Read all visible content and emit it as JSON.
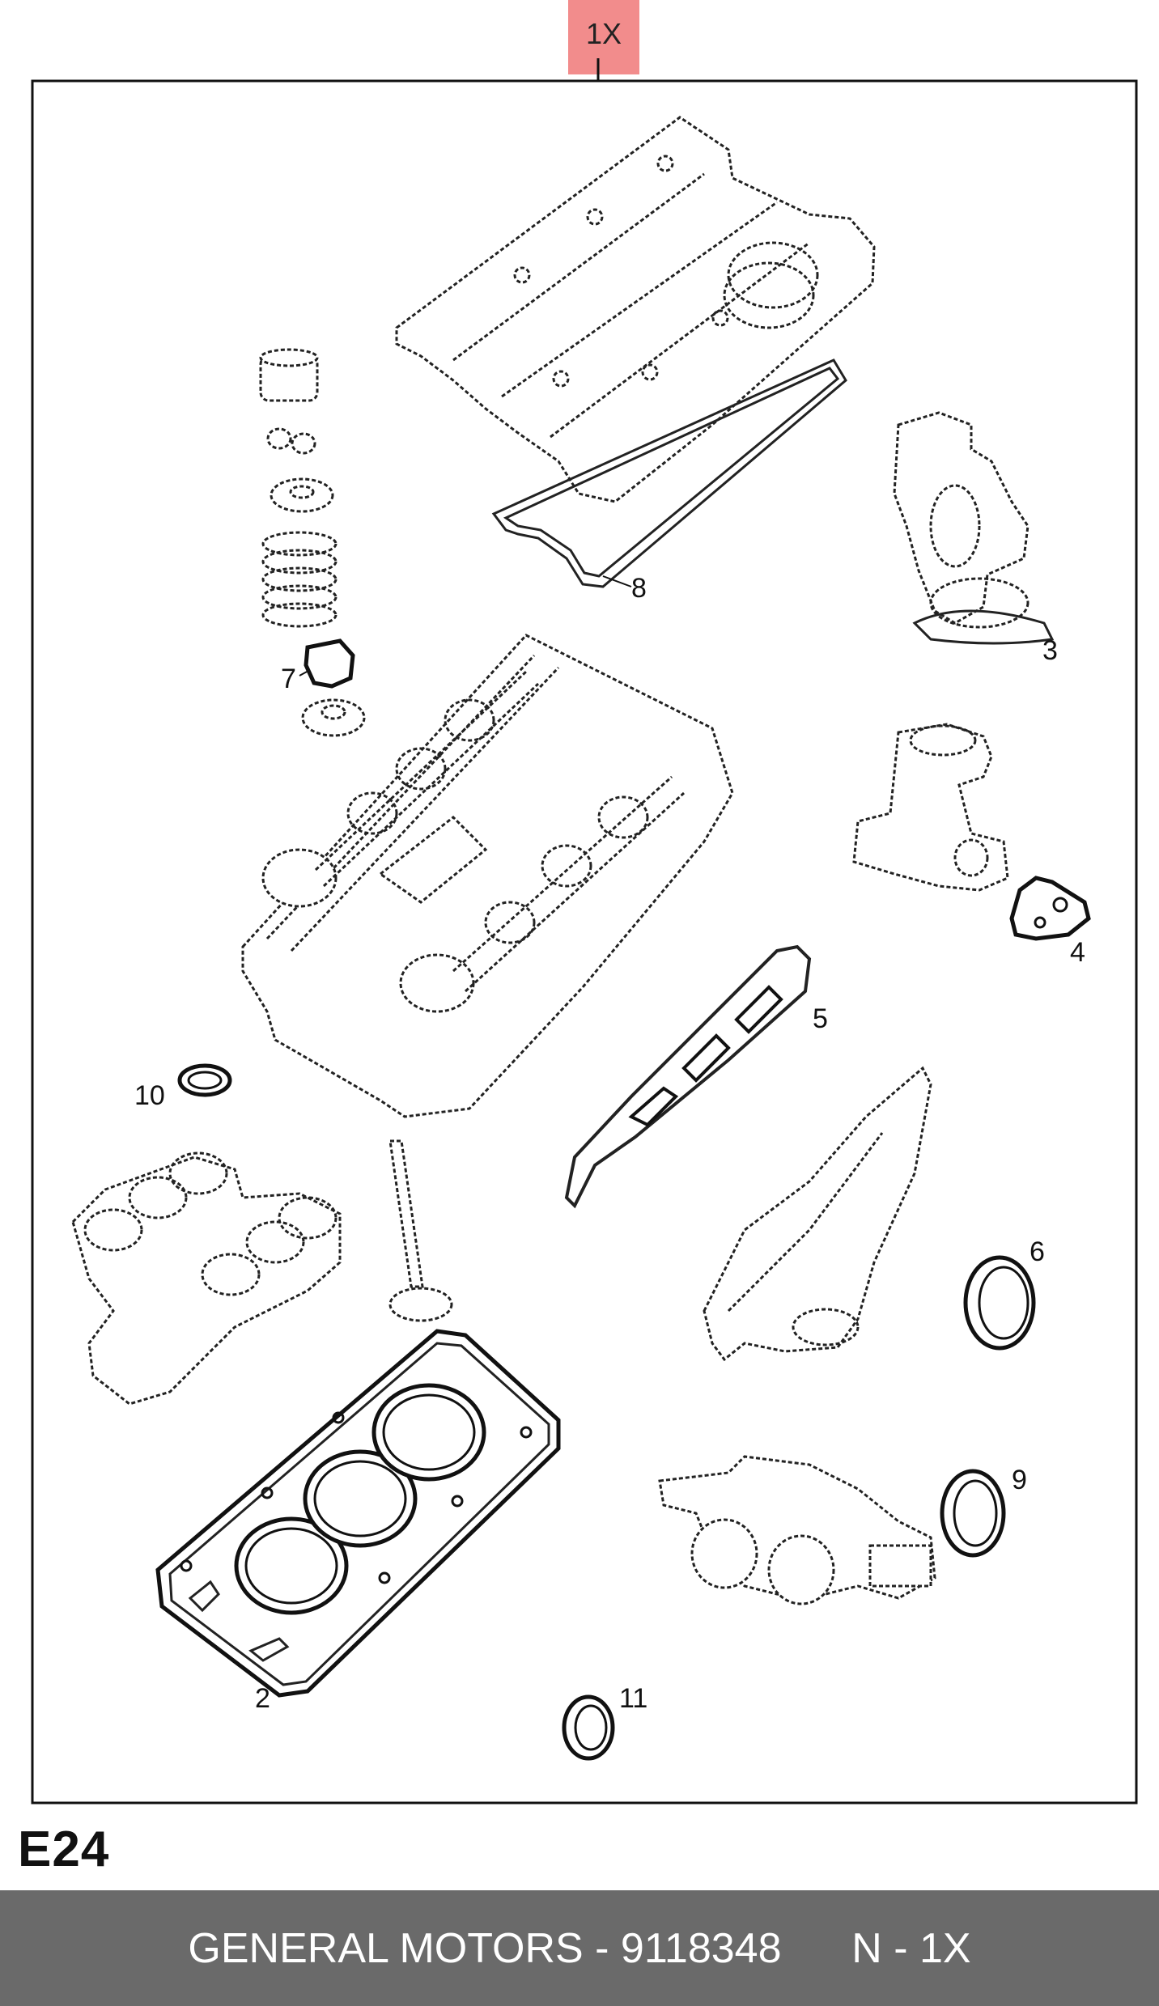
{
  "qty_tag": {
    "label": "1X",
    "color": "#f28c8c"
  },
  "callouts": {
    "c2": "2",
    "c3": "3",
    "c4": "4",
    "c5": "5",
    "c6": "6",
    "c7": "7",
    "c8": "8",
    "c9": "9",
    "c10": "10",
    "c11": "11"
  },
  "section_code": "E24",
  "footer": {
    "brand_part": "GENERAL MOTORS - 9118348",
    "qty": "N - 1X",
    "background": "#6a6a6a"
  }
}
